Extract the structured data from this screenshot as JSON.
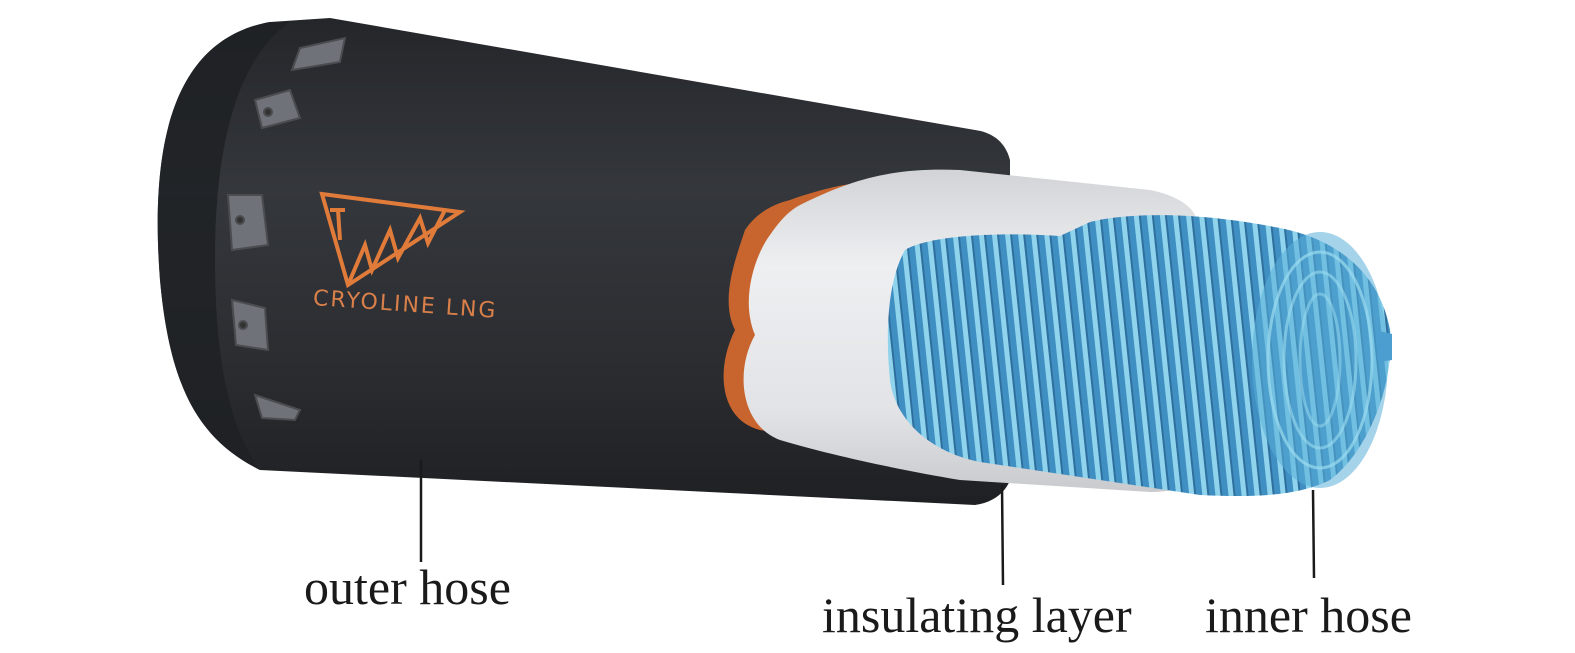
{
  "figure": {
    "subject": "Cryogenic LNG hose cutaway",
    "brand": {
      "logo_icon": "triangle-wave-logo-icon",
      "text": "CRYOLINE LNG",
      "color": "#e07b3a"
    },
    "labels": [
      {
        "id": "outer",
        "text": "outer hose"
      },
      {
        "id": "insulating",
        "text": "insulating layer"
      },
      {
        "id": "inner",
        "text": "inner hose"
      }
    ],
    "colors": {
      "outer_hose": "#2b2d31",
      "outer_hose_highlight": "#3a3d43",
      "fitting_clips": "#6f7278",
      "copper_band": "#c8652e",
      "insulation": "#e4e5e8",
      "inner_hose": "#4c9ed0",
      "inner_hose_light": "#7cc7e6",
      "leader_lines": "#1a1a1a",
      "label_text": "#1a1a1a",
      "background": "#ffffff"
    }
  }
}
